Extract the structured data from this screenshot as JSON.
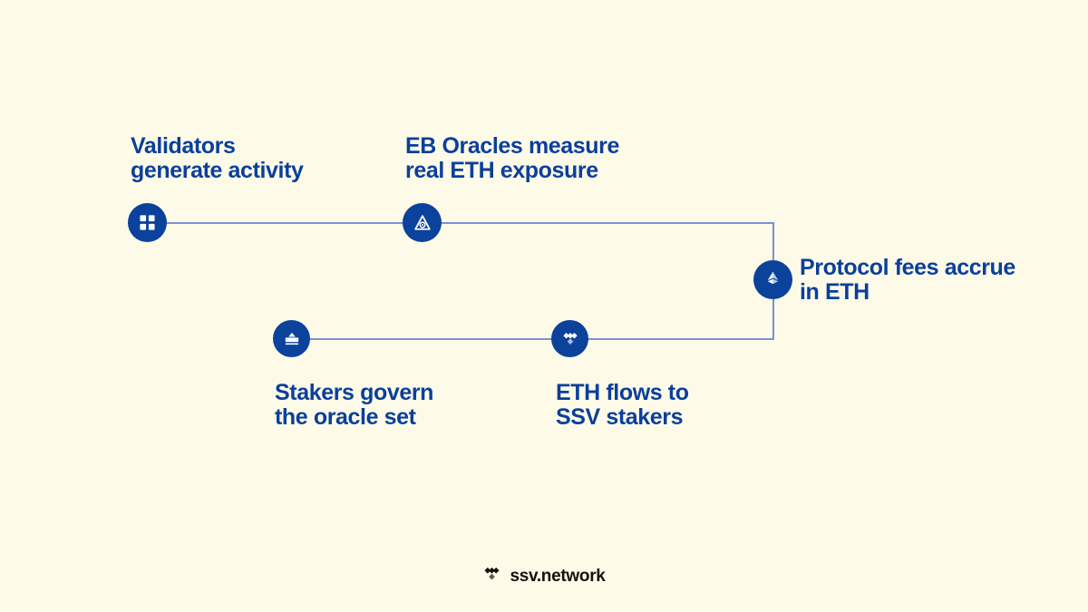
{
  "page": {
    "background_color": "#fdfbe8",
    "accent_color": "#0b429b",
    "text_color": "#0b3f9b",
    "line_color": "#7d8fd6"
  },
  "diagram": {
    "type": "flow",
    "nodes": [
      {
        "id": "validators",
        "icon": "grid-squares-icon",
        "label": "Validators\ngenerate activity",
        "label_position": "above"
      },
      {
        "id": "eb-oracles",
        "icon": "oracle-eye-icon",
        "label": "EB Oracles measure\nreal ETH exposure",
        "label_position": "above"
      },
      {
        "id": "protocol-fees",
        "icon": "ethereum-icon",
        "label": "Protocol fees accrue\nin ETH",
        "label_position": "right"
      },
      {
        "id": "ssv-stakers",
        "icon": "ssv-diamonds-icon",
        "label": "ETH flows to\nSSV stakers",
        "label_position": "below"
      },
      {
        "id": "stakers-govern",
        "icon": "ballot-box-icon",
        "label": "Stakers govern\nthe oracle set",
        "label_position": "below"
      }
    ]
  },
  "footer": {
    "logo_icon": "ssv-diamonds-logo-icon",
    "brand": "ssv.network"
  }
}
